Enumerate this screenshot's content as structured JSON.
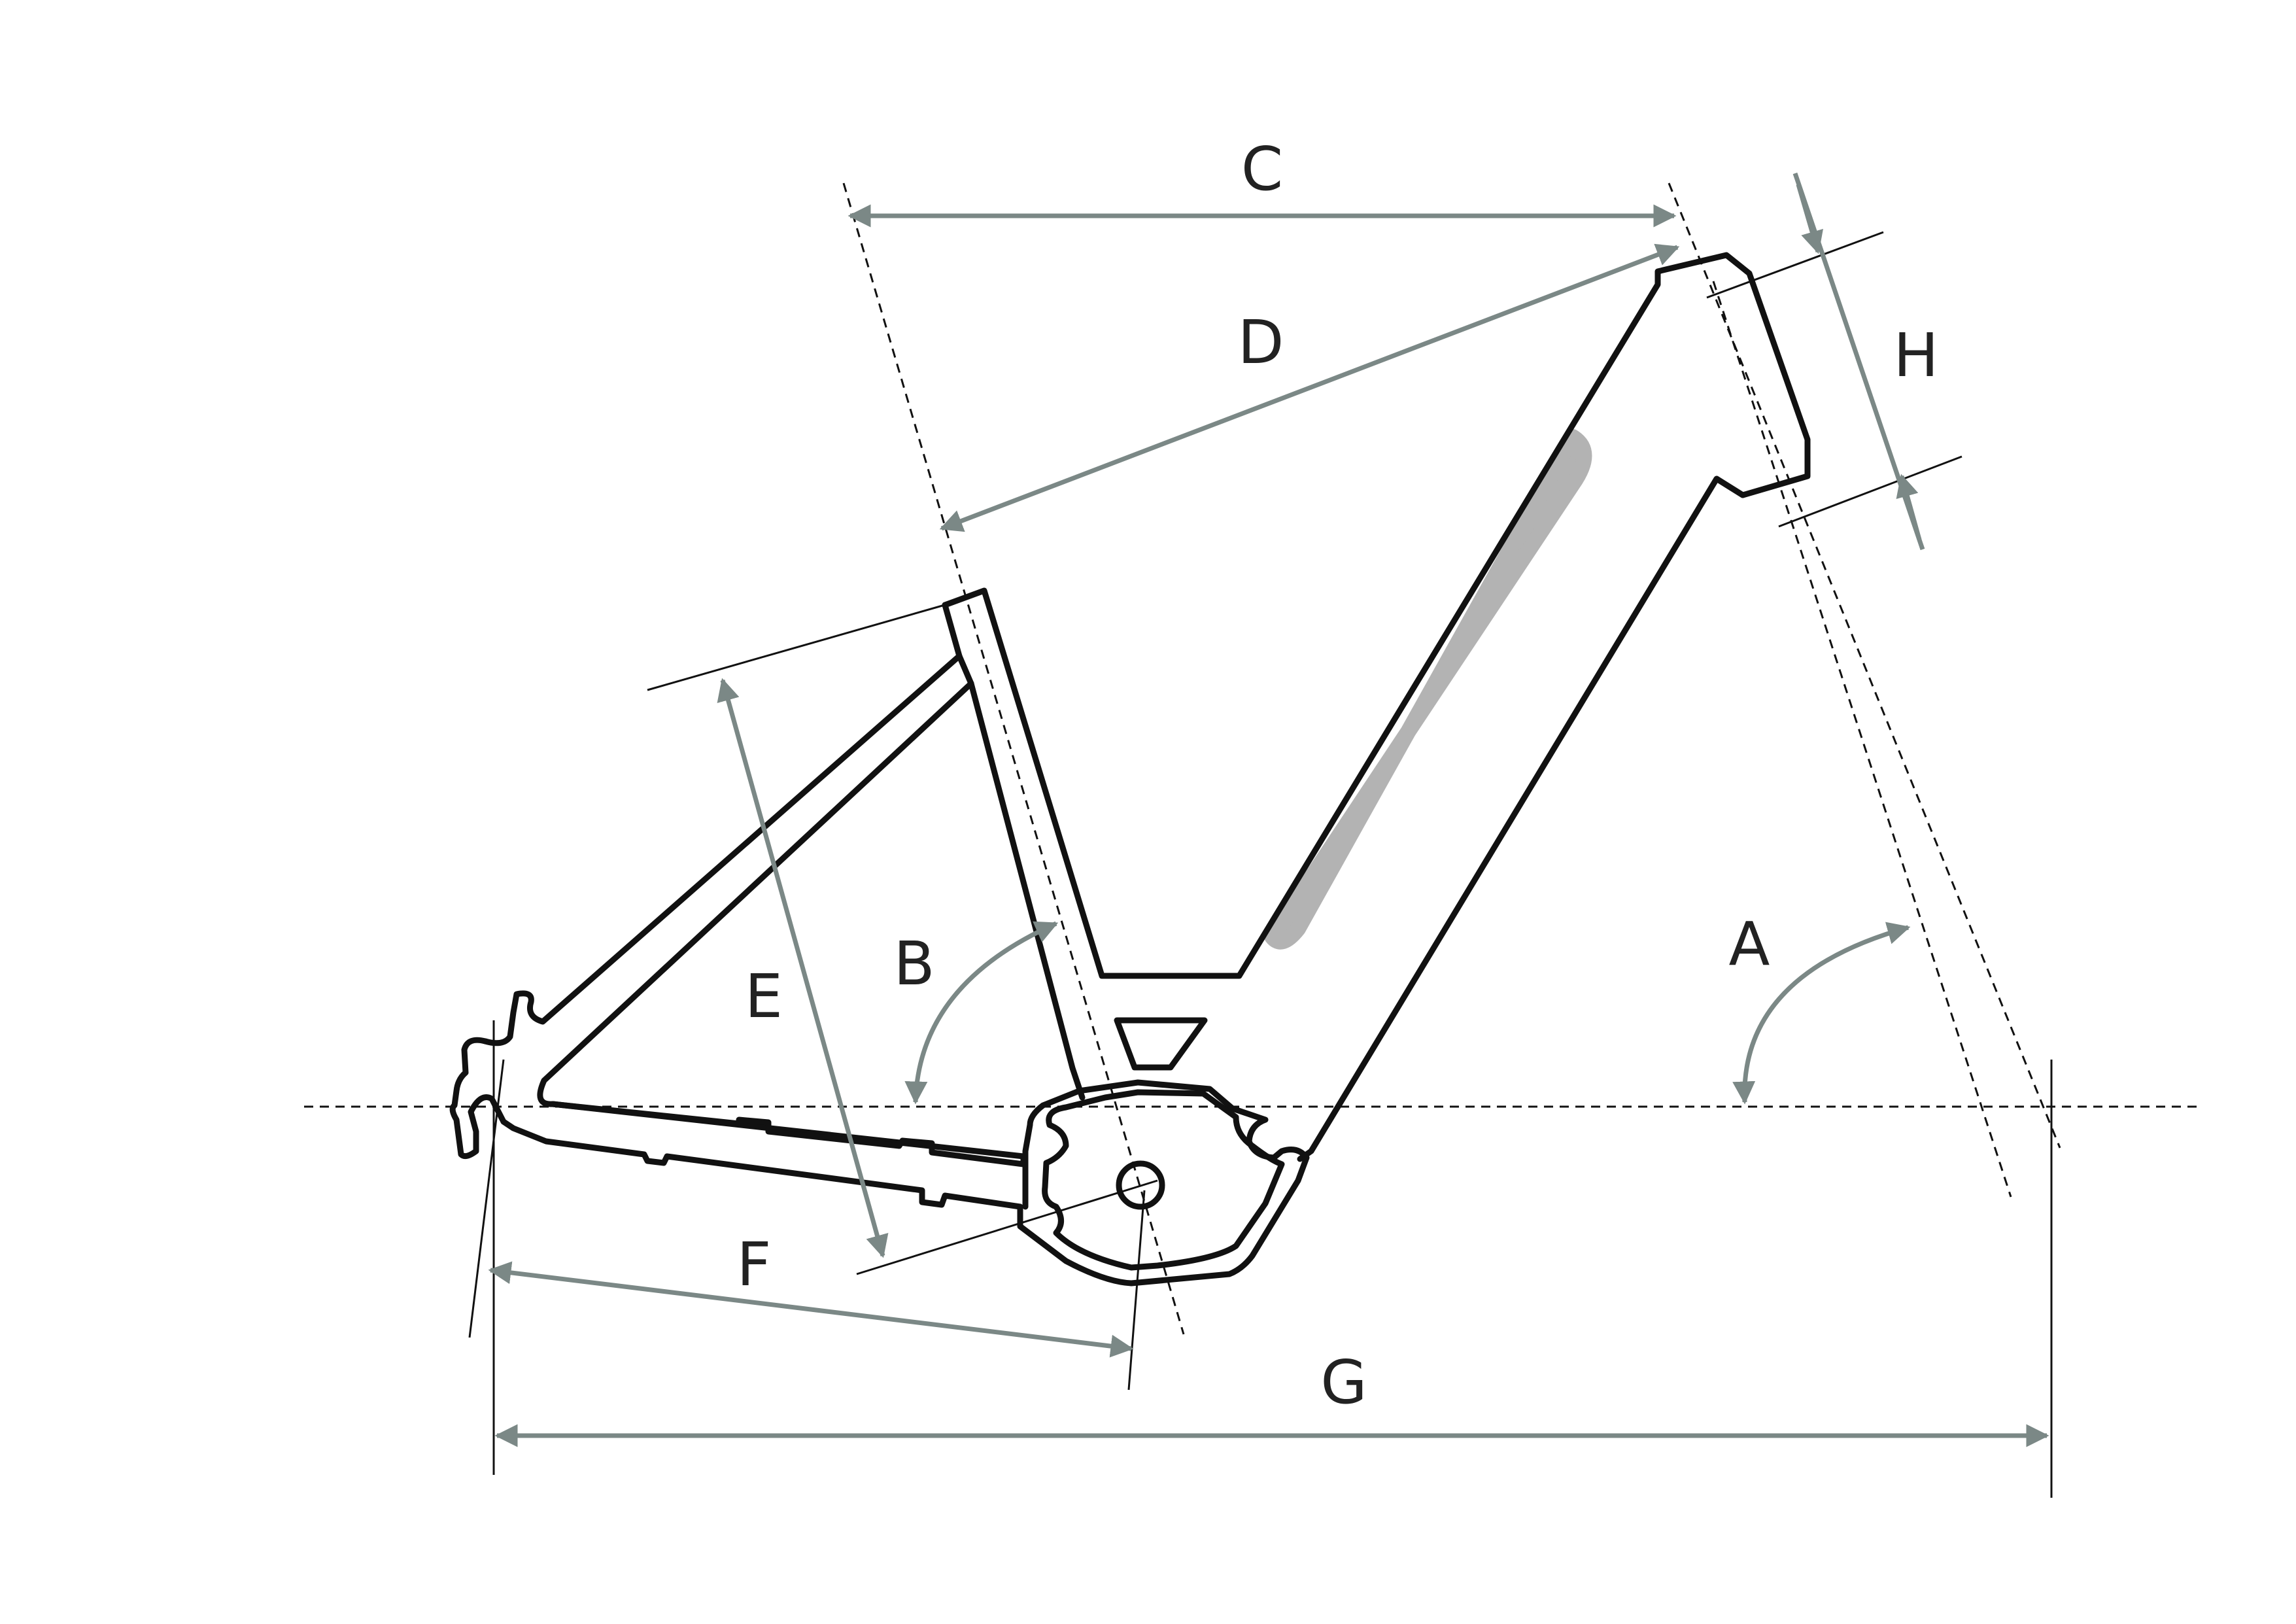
{
  "colors": {
    "frame": "#111111",
    "dimension": "#7b8886",
    "shadow": "#b3b3b3",
    "label": "#222222",
    "background": "#ffffff"
  },
  "labels": {
    "a": "A",
    "b": "B",
    "c": "C",
    "d": "D",
    "e": "E",
    "f": "F",
    "g": "G",
    "h": "H"
  }
}
